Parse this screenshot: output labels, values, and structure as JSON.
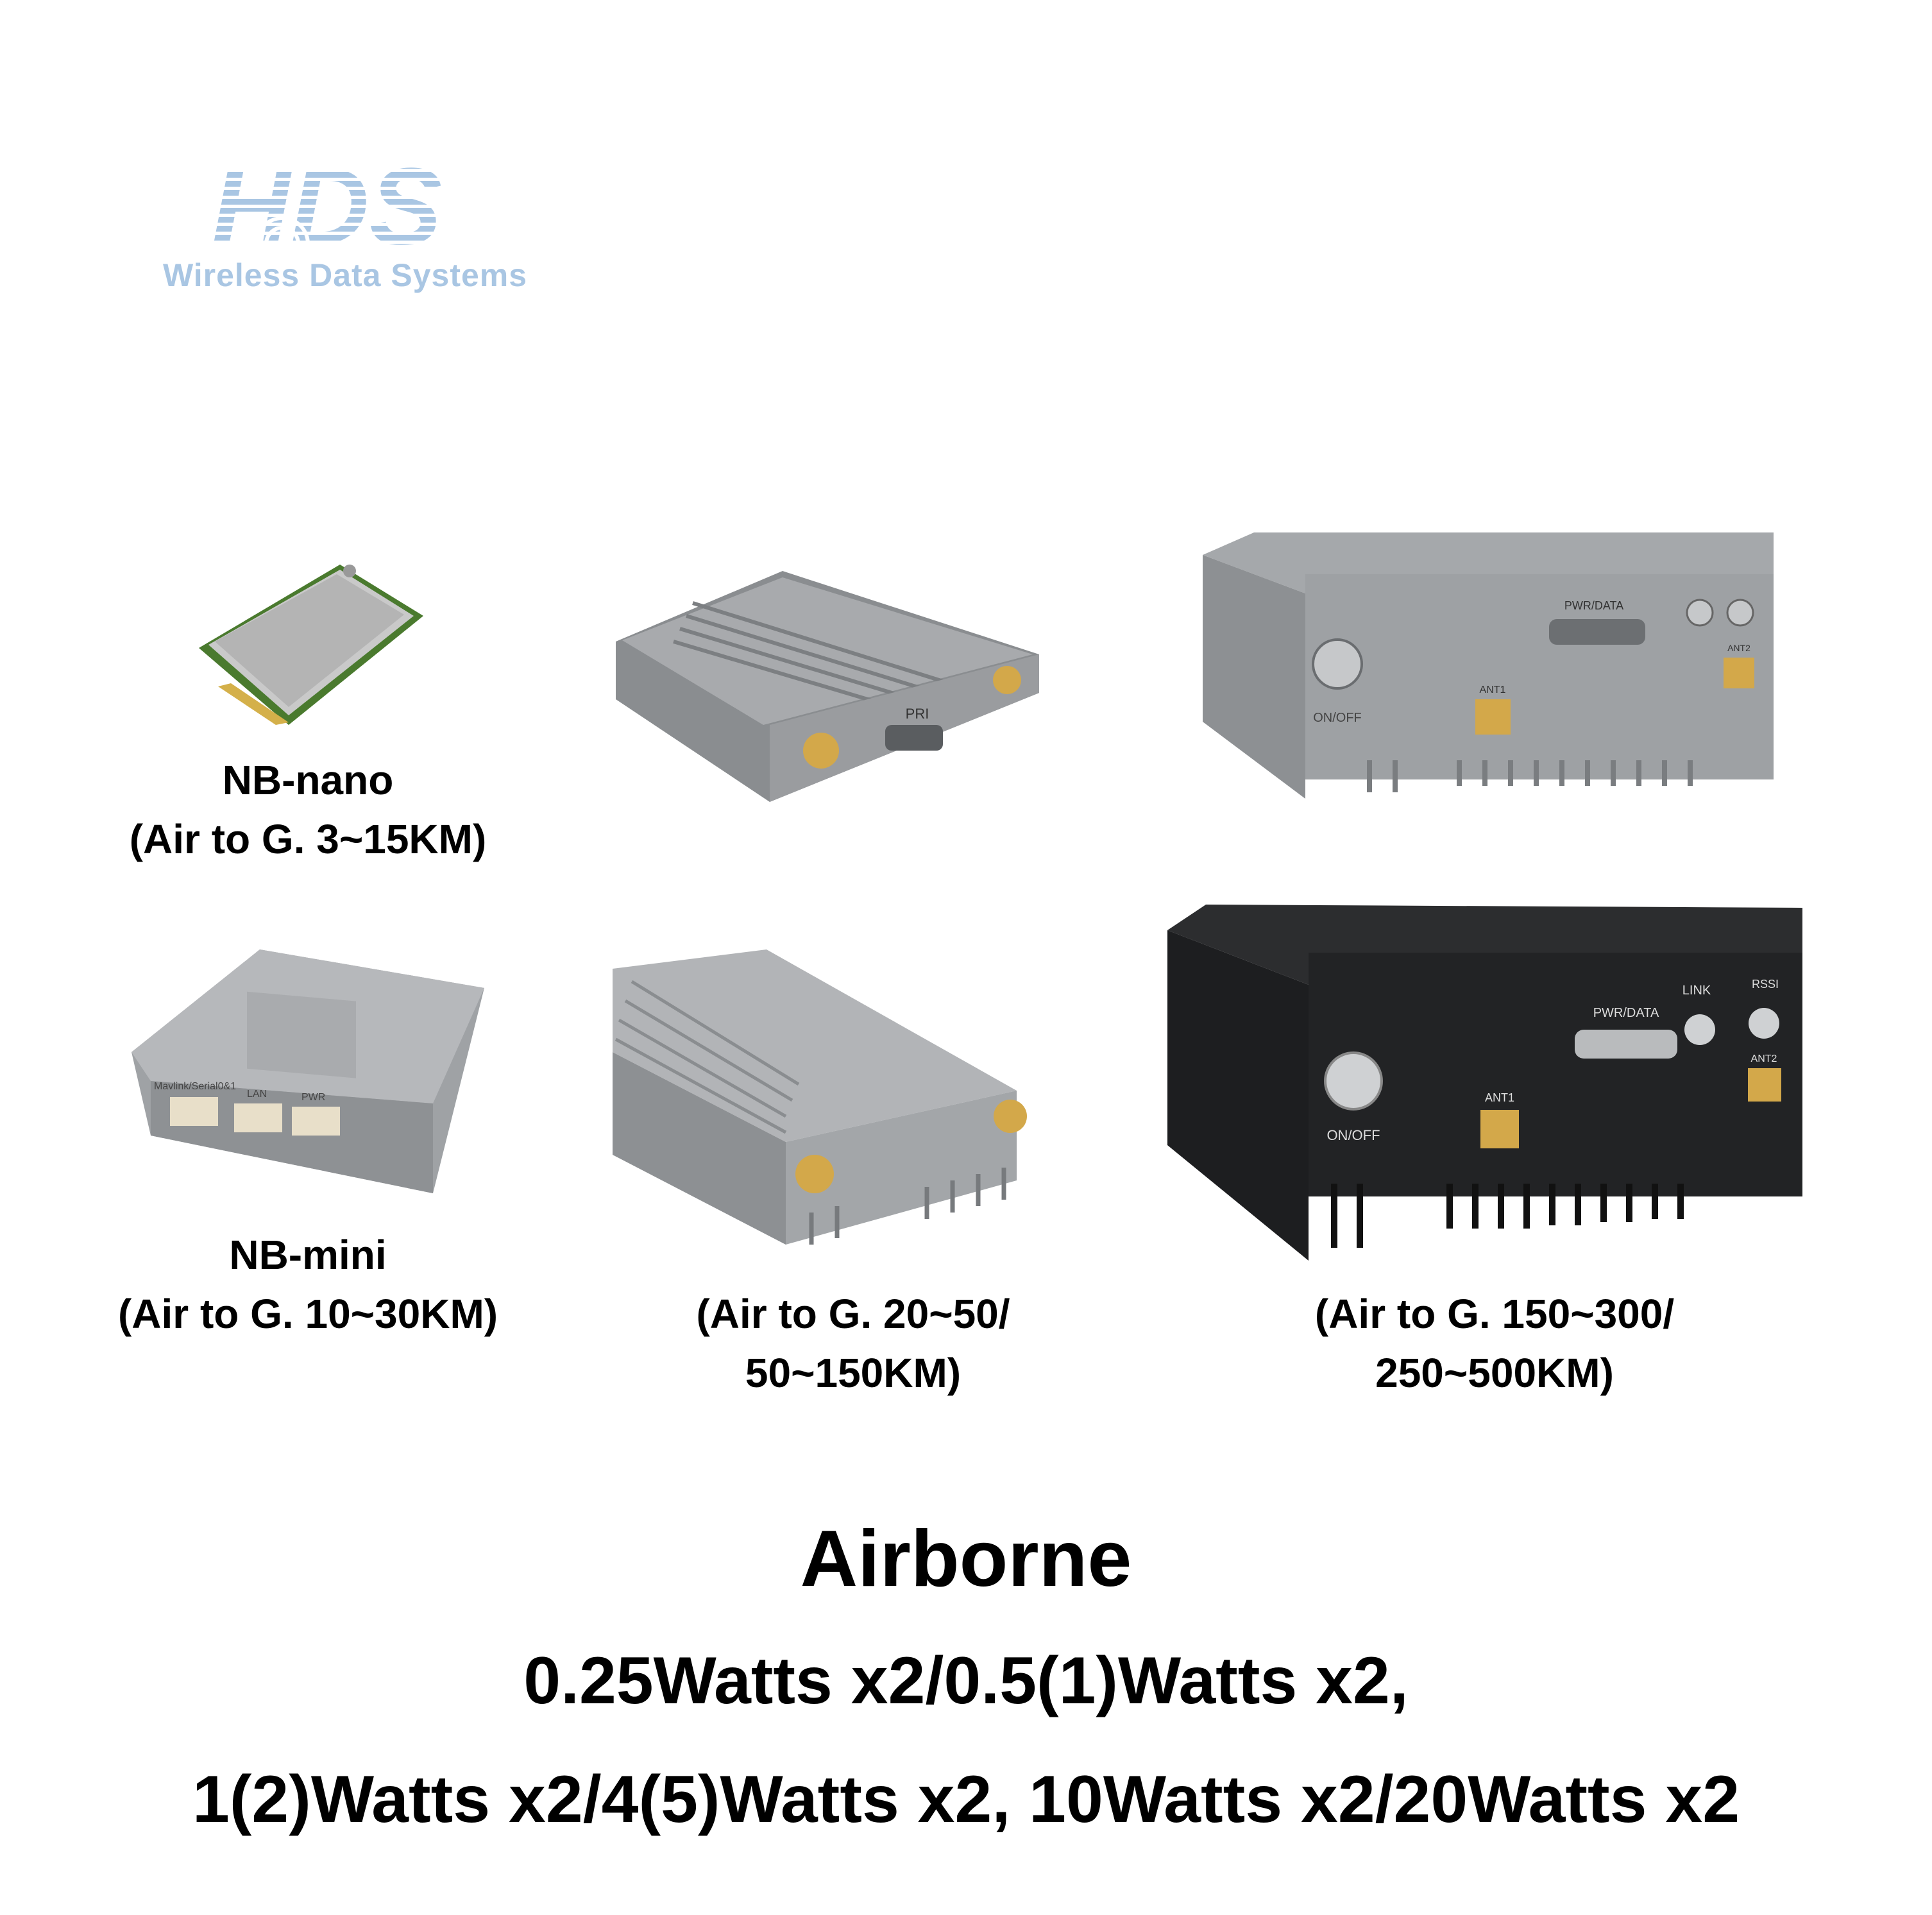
{
  "logo": {
    "mark": "HDS",
    "tagline": "Wireless Data Systems",
    "color": "#a9c6e3"
  },
  "products": [
    {
      "name": "NB-nano",
      "range": "(Air to G. 3~15KM)"
    },
    {
      "name": "NB-mini",
      "range": "(Air to G. 10~30KM)"
    },
    {
      "name": "",
      "range_line1": "(Air to G. 20~50/",
      "range_line2": "50~150KM)"
    },
    {
      "name": "",
      "range_line1": "(Air to G. 150~300/",
      "range_line2": "250~500KM)"
    }
  ],
  "device_markings": {
    "pri": "PRI",
    "pwr_data": "PWR/DATA",
    "on_off": "ON/OFF",
    "ant1": "ANT1",
    "ant2": "ANT2",
    "link": "LINK",
    "rssi": "RSSI",
    "mavlink": "Mavlink/Serial0&1",
    "lan": "LAN",
    "pwr": "PWR"
  },
  "footer": {
    "heading": "Airborne",
    "line1": "0.25Watts x2/0.5(1)Watts x2,",
    "line2": "1(2)Watts x2/4(5)Watts x2, 10Watts x2/20Watts x2"
  }
}
